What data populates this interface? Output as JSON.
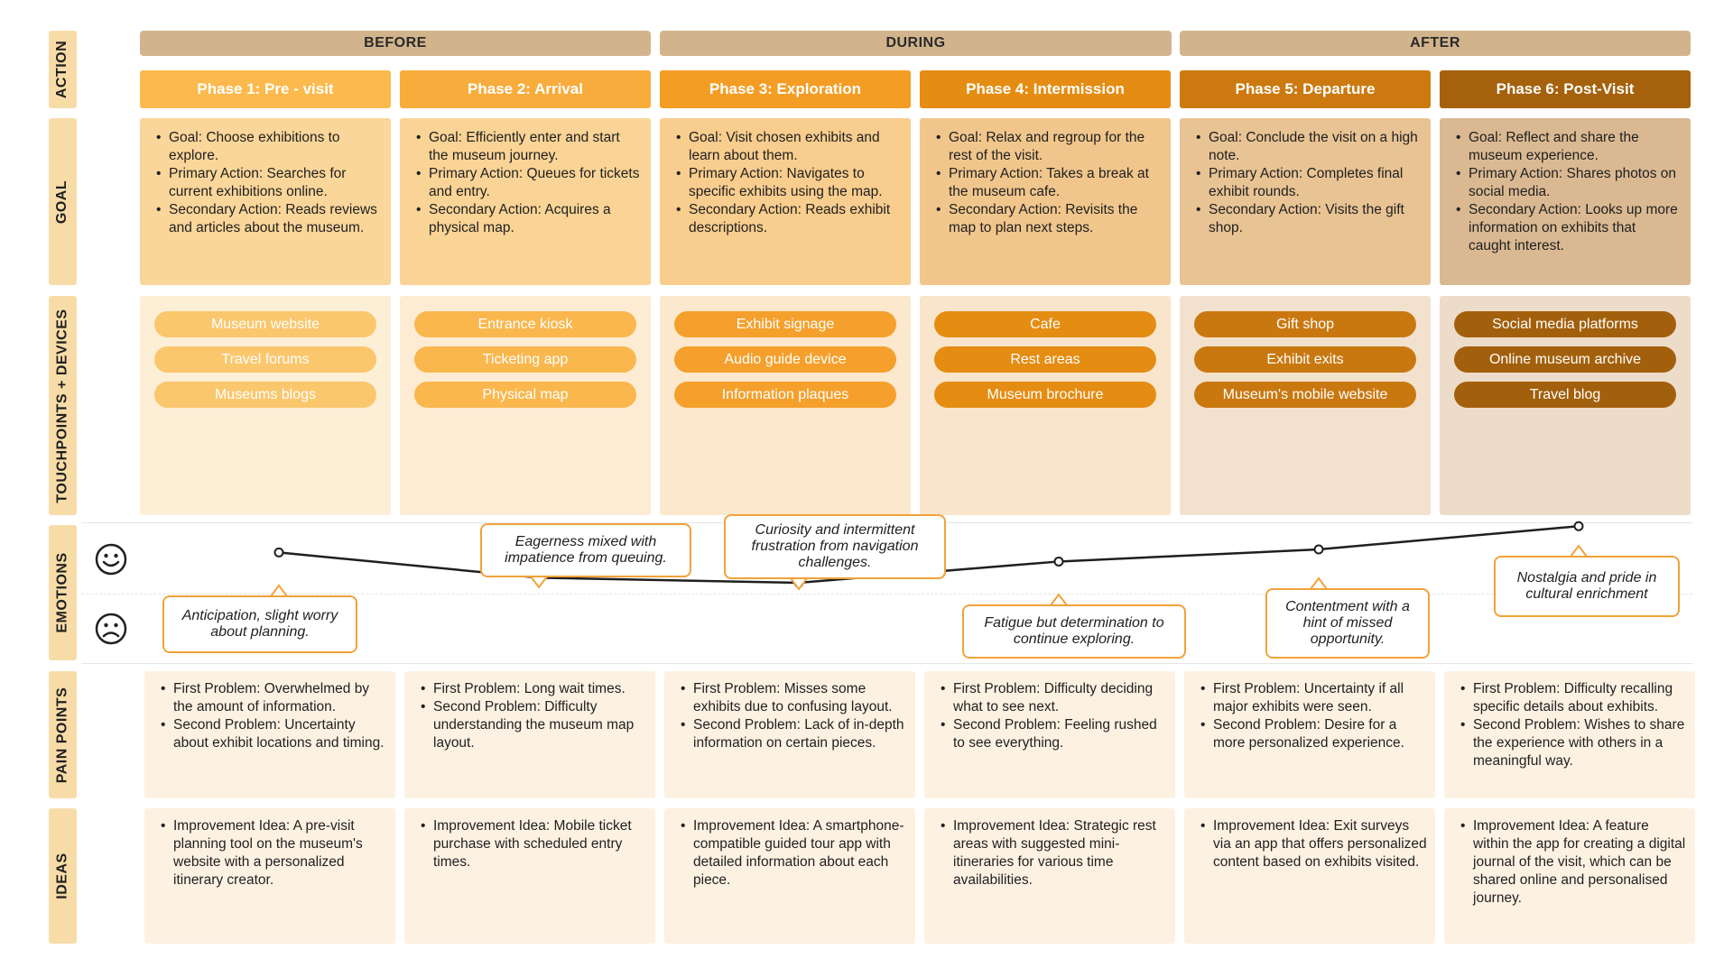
{
  "row_labels": {
    "action": "ACTION",
    "goal": "GOAL",
    "touchpoints": "TOUCHPOINTS + DEVICES",
    "emotions": "EMOTIONS",
    "pain_points": "PAIN POINTS",
    "ideas": "IDEAS"
  },
  "stages": [
    "BEFORE",
    "DURING",
    "AFTER"
  ],
  "phases": [
    {
      "title": "Phase 1: Pre - visit",
      "color": "#fbb94e",
      "goal_bg": "#fbd69a",
      "touch_bg": "#fdeed6",
      "pill_color": "#fbc76d",
      "goals": [
        "Goal: Choose exhibitions to explore.",
        "Primary Action: Searches for current exhibitions online.",
        "Secondary Action: Reads reviews and articles about the museum."
      ],
      "touchpoints": [
        "Museum website",
        "Travel forums",
        "Museums blogs"
      ],
      "pains": [
        "First Problem: Overwhelmed by the amount of information.",
        "Second Problem: Uncertainty about exhibit locations and timing."
      ],
      "ideas": [
        "Improvement Idea: A pre-visit planning tool on the museum's website with a personalized itinerary creator."
      ]
    },
    {
      "title": "Phase 2: Arrival",
      "color": "#f8ac3b",
      "goal_bg": "#fad496",
      "touch_bg": "#fdecd3",
      "pill_color": "#f9b74d",
      "goals": [
        "Goal: Efficiently enter and start the museum journey.",
        "Primary Action: Queues for tickets and entry.",
        "Secondary Action: Acquires a physical map."
      ],
      "touchpoints": [
        "Entrance kiosk",
        "Ticketing app",
        "Physical map"
      ],
      "pains": [
        "First Problem: Long wait times.",
        "Second Problem: Difficulty understanding the museum map layout."
      ],
      "ideas": [
        "Improvement Idea: Mobile ticket purchase with scheduled entry times."
      ]
    },
    {
      "title": "Phase 3: Exploration",
      "color": "#f49d25",
      "goal_bg": "#f8cd8e",
      "touch_bg": "#fbe8cd",
      "pill_color": "#f5a02c",
      "goals": [
        "Goal: Visit chosen exhibits and learn about them.",
        "Primary Action: Navigates to specific exhibits using the map.",
        "Secondary Action: Reads exhibit descriptions."
      ],
      "touchpoints": [
        "Exhibit signage",
        "Audio guide device",
        "Information plaques"
      ],
      "pains": [
        "First Problem: Misses some exhibits due to confusing layout.",
        "Second Problem: Lack of in-depth information on certain pieces."
      ],
      "ideas": [
        "Improvement Idea: A smartphone-compatible guided tour app with detailed information about each piece."
      ]
    },
    {
      "title": "Phase 4: Intermission",
      "color": "#e58c12",
      "goal_bg": "#f1c68c",
      "touch_bg": "#f8e5cb",
      "pill_color": "#e58c12",
      "goals": [
        "Goal: Relax and regroup for the rest of the visit.",
        "Primary Action: Takes a break at the museum cafe.",
        "Secondary Action: Revisits the map to plan next steps."
      ],
      "touchpoints": [
        "Cafe",
        "Rest areas",
        "Museum brochure"
      ],
      "pains": [
        "First Problem: Difficulty deciding what to see next.",
        "Second Problem: Feeling rushed to see everything."
      ],
      "ideas": [
        "Improvement Idea: Strategic rest areas with suggested mini-itineraries for various time availabilities."
      ]
    },
    {
      "title": "Phase 5: Departure",
      "color": "#cc7a10",
      "goal_bg": "#e8c394",
      "touch_bg": "#f2e2cd",
      "pill_color": "#c97810",
      "goals": [
        "Goal: Conclude the visit on a high note.",
        "Primary Action: Completes final exhibit rounds.",
        "Secondary Action: Visits the gift shop."
      ],
      "touchpoints": [
        "Gift shop",
        "Exhibit exits",
        "Museum's mobile website"
      ],
      "pains": [
        "First Problem: Uncertainty if all major exhibits were seen.",
        "Second Problem: Desire for a more personalized experience."
      ],
      "ideas": [
        "Improvement Idea: Exit surveys via an app that offers personalized content based on exhibits visited."
      ]
    },
    {
      "title": "Phase 6: Post-Visit",
      "color": "#a5610c",
      "goal_bg": "#dab992",
      "touch_bg": "#eddcc9",
      "pill_color": "#a3600c",
      "goals": [
        "Goal: Reflect and share the museum experience.",
        "Primary Action: Shares photos on social media.",
        "Secondary Action: Looks up more information on exhibits that caught interest."
      ],
      "touchpoints": [
        "Social media platforms",
        "Online museum archive",
        "Travel blog"
      ],
      "pains": [
        "First Problem: Difficulty recalling specific details about exhibits.",
        "Second Problem: Wishes to share the experience with others in a meaningful way."
      ],
      "ideas": [
        "Improvement Idea: A feature within the app for creating a digital journal of the visit, which can be shared online and personalised journey."
      ]
    }
  ],
  "emotions": [
    {
      "phase": 1,
      "level": 0.72,
      "label": "Anticipation, slight worry about planning."
    },
    {
      "phase": 2,
      "level": 0.47,
      "label": "Eagerness mixed with impatience from queuing."
    },
    {
      "phase": 3,
      "level": 0.42,
      "label": "Curiosity and intermittent frustration from navigation challenges."
    },
    {
      "phase": 4,
      "level": 0.63,
      "label": "Fatigue but determination to continue exploring."
    },
    {
      "phase": 5,
      "level": 0.75,
      "label": "Contentment with a hint of missed opportunity."
    },
    {
      "phase": 6,
      "level": 0.98,
      "label": "Nostalgia and pride in cultural enrichment"
    }
  ],
  "colors": {
    "stage_bar": "#d2b48c",
    "row_label_bg": "#f8dca8",
    "pain_idea_bg": "#fdf1e2",
    "callout_border": "#f1a23a",
    "emotion_line": "#1f1f1f"
  },
  "icons": {
    "happy": "smiley-face-icon",
    "sad": "frowning-face-icon"
  }
}
